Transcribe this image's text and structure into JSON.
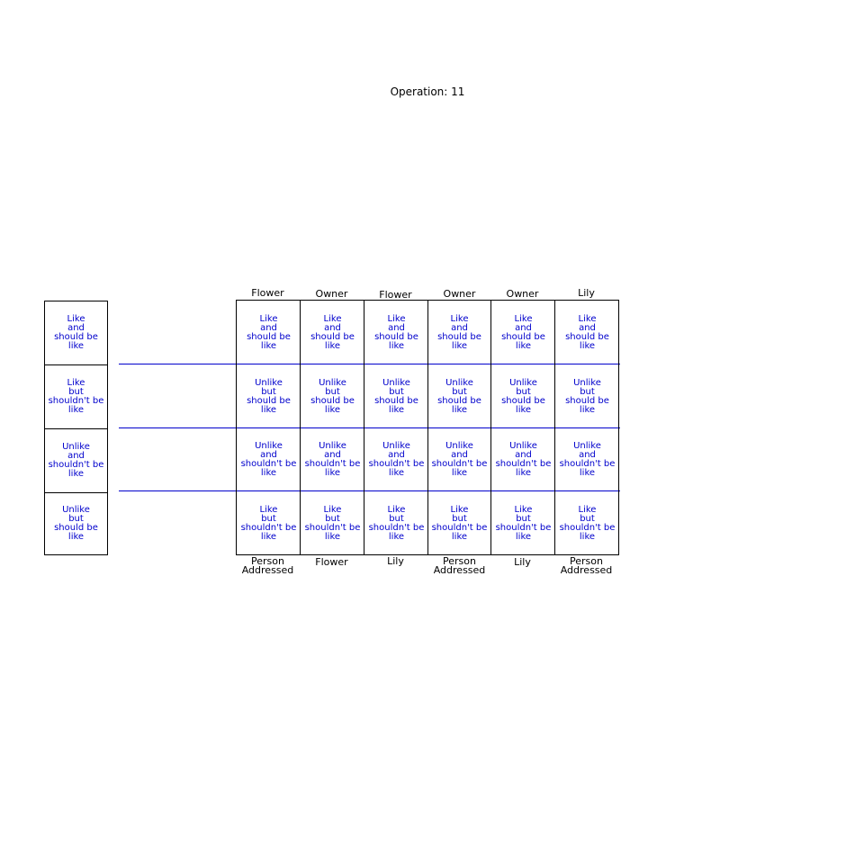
{
  "title": "Operation: 11",
  "left_column": [
    "Like\nand\nshould be\nlike",
    "Like\nbut\nshouldn't be\nlike",
    "Unlike\nand\nshouldn't be\nlike",
    "Unlike\nbut\nshould be\nlike"
  ],
  "column_headers": [
    "Flower",
    "Owner",
    "Flower",
    "Owner",
    "Owner",
    "Lily"
  ],
  "column_footers": [
    "Person\nAddressed",
    "Flower",
    "Lily",
    "Person\nAddressed",
    "Lily",
    "Person\nAddressed"
  ],
  "rows": [
    [
      "Like\nand\nshould be\nlike",
      "Like\nand\nshould be\nlike",
      "Like\nand\nshould be\nlike",
      "Like\nand\nshould be\nlike",
      "Like\nand\nshould be\nlike",
      "Like\nand\nshould be\nlike"
    ],
    [
      "Unlike\nbut\nshould be\nlike",
      "Unlike\nbut\nshould be\nlike",
      "Unlike\nbut\nshould be\nlike",
      "Unlike\nbut\nshould be\nlike",
      "Unlike\nbut\nshould be\nlike",
      "Unlike\nbut\nshould be\nlike"
    ],
    [
      "Unlike\nand\nshouldn't be\nlike",
      "Unlike\nand\nshouldn't be\nlike",
      "Unlike\nand\nshouldn't be\nlike",
      "Unlike\nand\nshouldn't be\nlike",
      "Unlike\nand\nshouldn't be\nlike",
      "Unlike\nand\nshouldn't be\nlike"
    ],
    [
      "Like\nbut\nshouldn't be\nlike",
      "Like\nbut\nshouldn't be\nlike",
      "Like\nbut\nshouldn't be\nlike",
      "Like\nbut\nshouldn't be\nlike",
      "Like\nbut\nshouldn't be\nlike",
      "Like\nbut\nshouldn't be\nlike"
    ]
  ],
  "colors": {
    "cell_text": "#0000cc",
    "separator": "#0000cc",
    "border": "#000000"
  }
}
